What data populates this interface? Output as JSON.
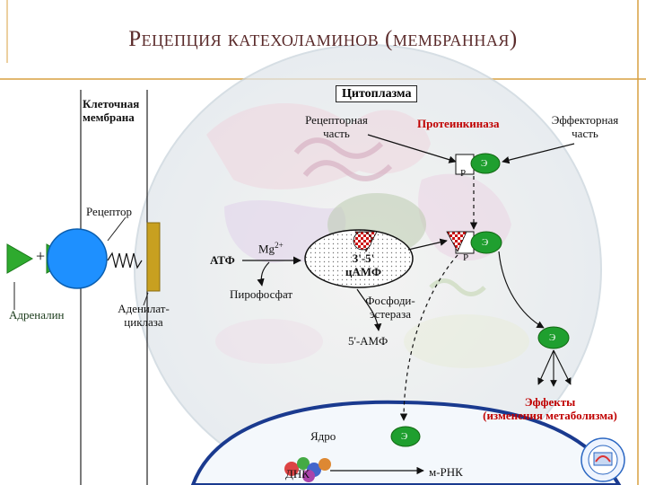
{
  "title": "Рецепция катехоламинов (мембранная)",
  "labels": {
    "cell_membrane": "Клеточная\nмембрана",
    "cytoplasm": "Цитоплазма",
    "receptor_part": "Рецепторная\nчасть",
    "protein_kinase": "Протеинкиназа",
    "effector_part": "Эффекторная\nчасть",
    "receptor": "Рецептор",
    "adrenaline": "Адреналин",
    "adenylate_cyclase": "Аденилат-\nциклаза",
    "atp": "АТФ",
    "mg": "Mg",
    "mg_sup": "2+",
    "pyrophosphate": "Пирофосфат",
    "camp": "3'-5'\nцАМФ",
    "phosphodiesterase": "Фосфоди-\nэстераза",
    "amp": "5'-АМФ",
    "effects": "Эффекты\n(изменения метаболизма)",
    "nucleus": "Ядро",
    "dna": "ДНК",
    "mrna": "м-РНК",
    "p": "Р",
    "e": "Э",
    "plus": "+"
  },
  "colors": {
    "title": "#5a2a2a",
    "receptor_blue": "#1e90ff",
    "adrenaline_green": "#2eaa2e",
    "cyclase_gold": "#c8a020",
    "effector_green": "#1f9f2f",
    "effect_text_red": "#c00000",
    "nucleus_blue": "#1a3a8f",
    "page_border": "#d8a040"
  }
}
